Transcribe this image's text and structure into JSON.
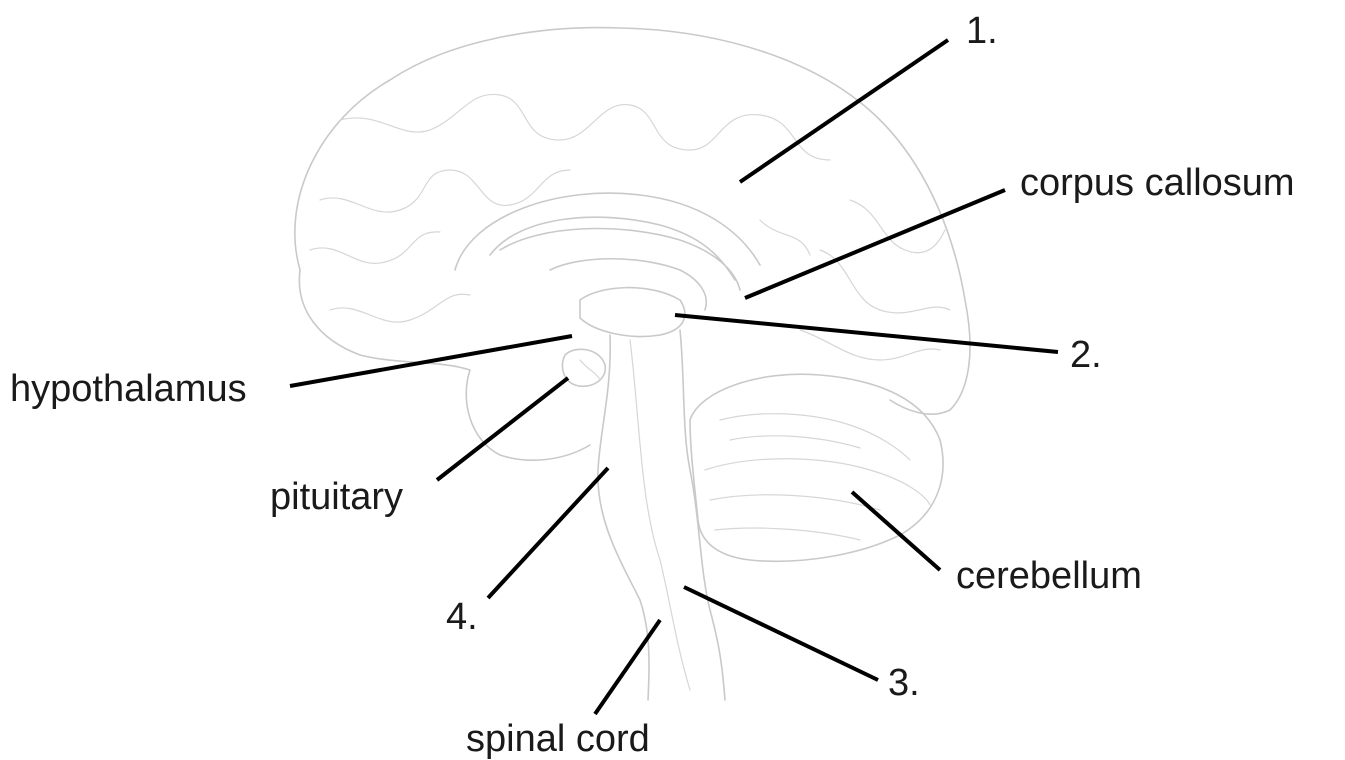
{
  "labels": {
    "one": "1.",
    "corpus_callosum": "corpus callosum",
    "two": "2.",
    "hypothalamus": "hypothalamus",
    "pituitary": "pituitary",
    "cerebellum": "cerebellum",
    "four": "4.",
    "three": "3.",
    "spinal_cord": "spinal cord"
  },
  "colors": {
    "sketch": "#c9c9c9",
    "leader": "#000000",
    "text": "#1a1a1a"
  }
}
